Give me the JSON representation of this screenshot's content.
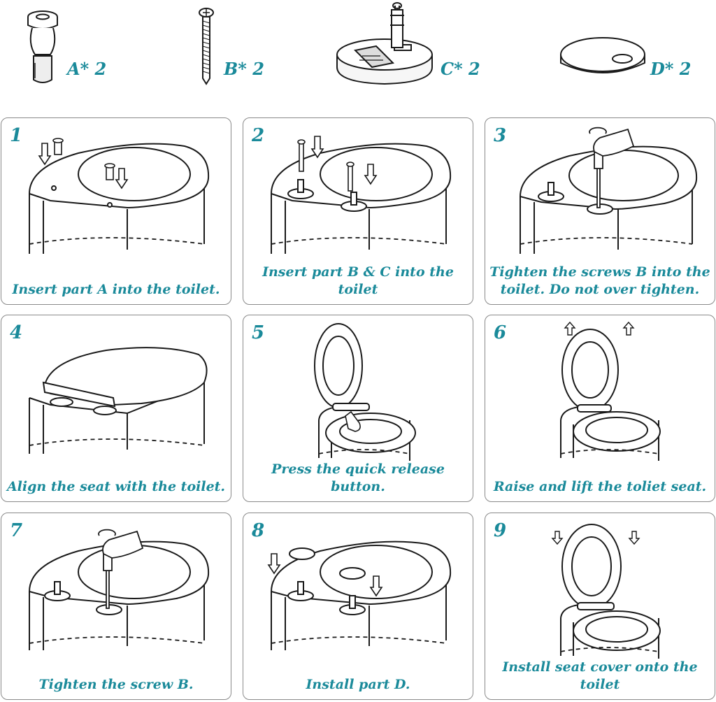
{
  "parts": [
    {
      "label": "A* 2",
      "icon": "collar-icon"
    },
    {
      "label": "B* 2",
      "icon": "screw-icon"
    },
    {
      "label": "C* 2",
      "icon": "hinge-base-icon"
    },
    {
      "label": "D* 2",
      "icon": "cover-cap-icon"
    }
  ],
  "steps": [
    {
      "number": "1",
      "caption": "Insert part A into the toilet."
    },
    {
      "number": "2",
      "caption": "Insert part B & C into the toilet"
    },
    {
      "number": "3",
      "caption": "Tighten the screws B into the toilet. Do not over tighten."
    },
    {
      "number": "4",
      "caption": "Align the seat with the toilet."
    },
    {
      "number": "5",
      "caption": "Press the quick release button."
    },
    {
      "number": "6",
      "caption": "Raise and lift the toliet seat."
    },
    {
      "number": "7",
      "caption": "Tighten the screw B."
    },
    {
      "number": "8",
      "caption": "Install part D."
    },
    {
      "number": "9",
      "caption": "Install seat cover onto the toilet"
    }
  ],
  "colors": {
    "accent": "#1a8a9a",
    "line": "#1a1a1a",
    "border": "#8a8a8a"
  }
}
